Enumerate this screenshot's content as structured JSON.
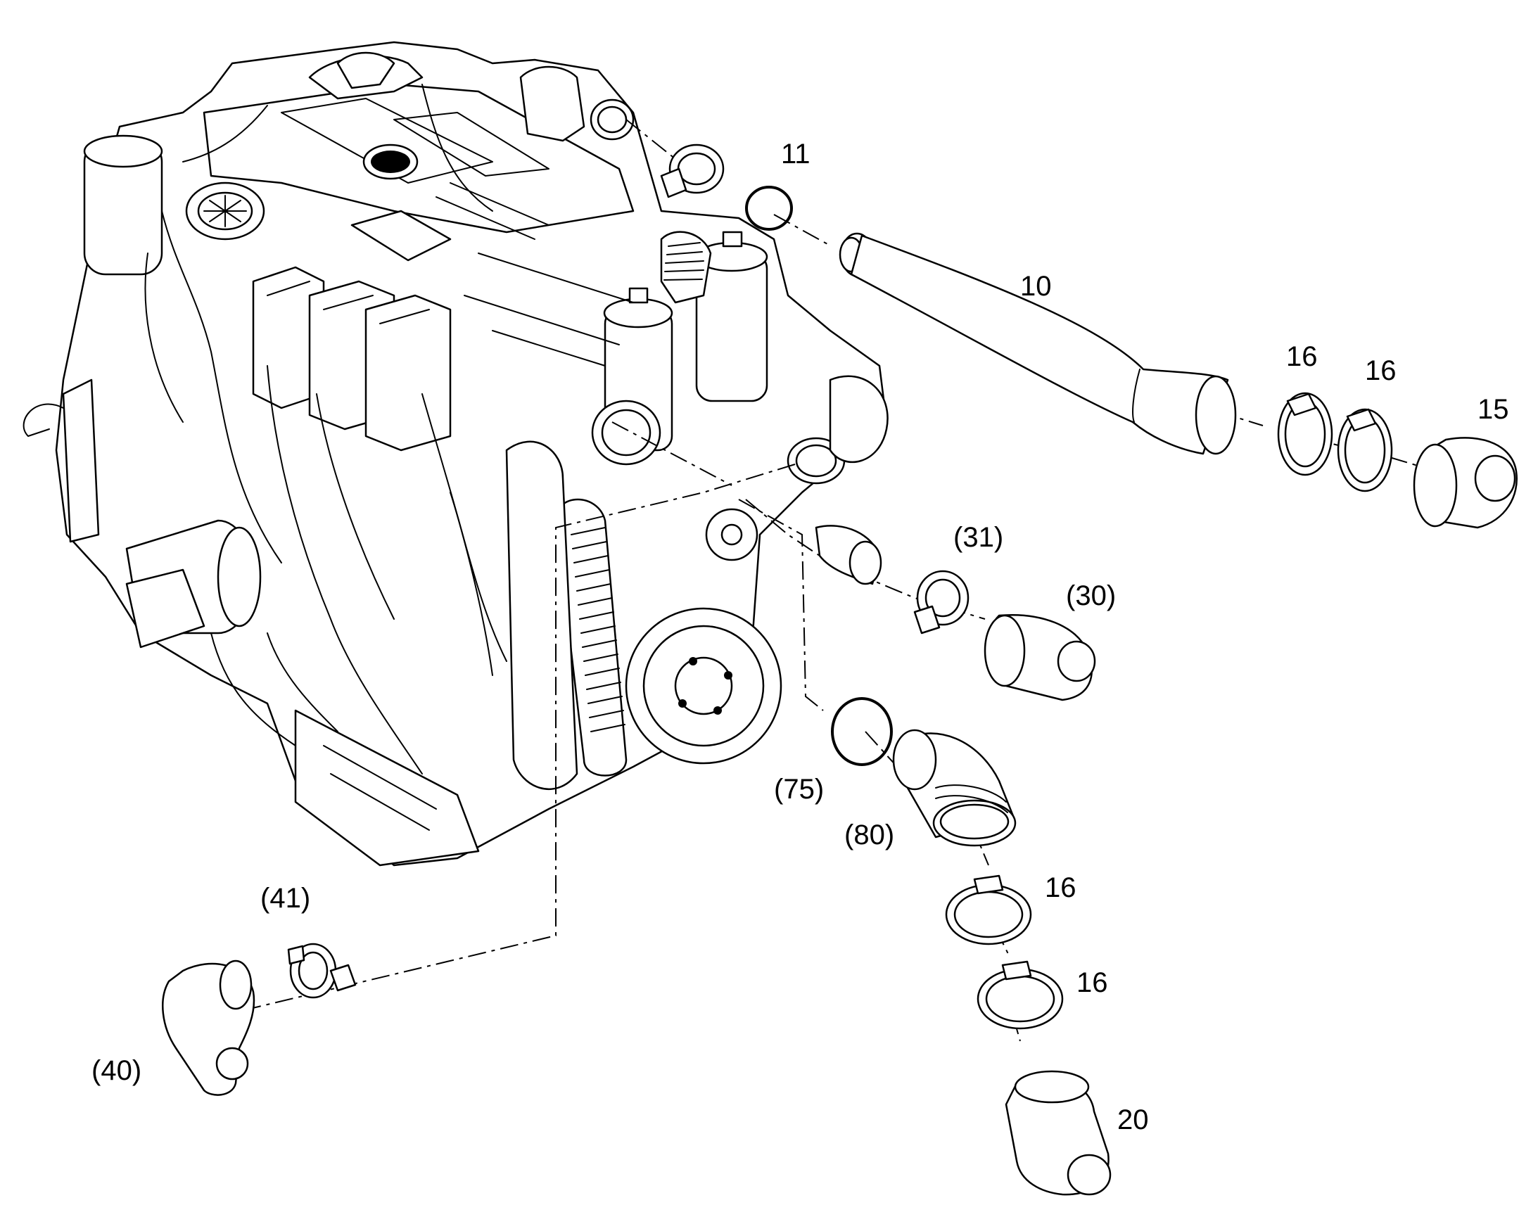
{
  "callouts": {
    "c10": "10",
    "c11": "11",
    "c15": "15",
    "c16a": "16",
    "c16b": "16",
    "c16c": "16",
    "c16d": "16",
    "c20": "20",
    "c30": "(30)",
    "c31": "(31)",
    "c40": "(40)",
    "c41": "(41)",
    "c75": "(75)",
    "c80": "(80)"
  },
  "colors": {
    "line": "#000000",
    "background": "#ffffff"
  }
}
